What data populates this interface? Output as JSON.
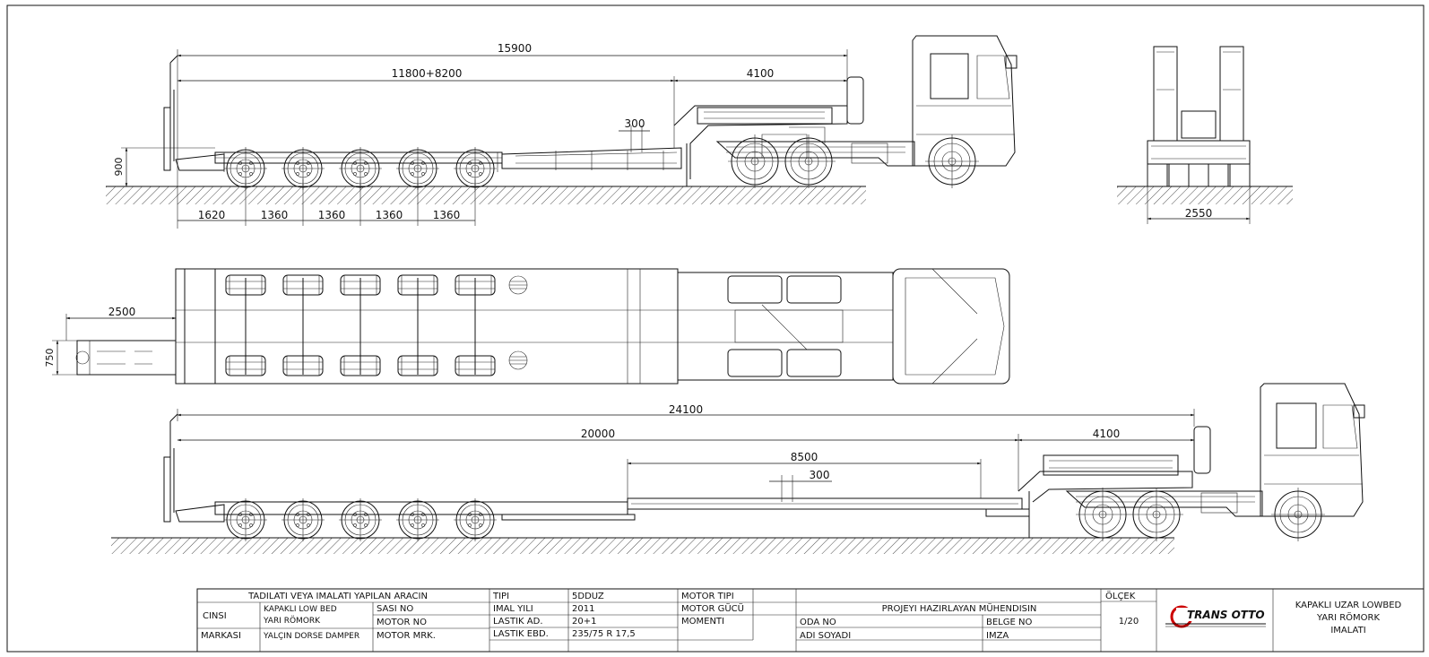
{
  "drawing": {
    "side_view_loaded": {
      "dims": {
        "overall": "15900",
        "deck": "11800+8200",
        "gooseneck": "4100",
        "ramp_gap": "300",
        "height": "900",
        "axle_first": "1620",
        "axle_spacings": [
          "1360",
          "1360",
          "1360",
          "1360"
        ]
      }
    },
    "rear_view": {
      "dims": {
        "width": "2550"
      }
    },
    "top_view": {
      "dims": {
        "ramp_length": "2500",
        "ramp_width": "750"
      }
    },
    "side_view_extended": {
      "dims": {
        "overall": "24100",
        "deck": "20000",
        "gooseneck": "4100",
        "extension": "8500",
        "ramp_gap": "300"
      }
    }
  },
  "title_block": {
    "header": "TADILATI VEYA IMALATI YAPILAN ARACIN",
    "cinsi_label": "CINSI",
    "cinsi_value_1": "KAPAKLI LOW BED",
    "cinsi_value_2": "YARI RÖMORK",
    "markasi_label": "MARKASI",
    "markasi_value": "YALÇIN DORSE DAMPER",
    "sasi_no_label": "SASI NO",
    "motor_no_label": "MOTOR NO",
    "motor_mrk_label": "MOTOR MRK.",
    "tipi_label": "TIPI",
    "tipi_value": "5DDUZ",
    "imal_yili_label": "IMAL YILI",
    "imal_yili_value": "2011",
    "lastik_ad_label": "LASTIK AD.",
    "lastik_ad_value": "20+1",
    "lastik_ebd_label": "LASTIK EBD.",
    "lastik_ebd_value": "235/75 R 17,5",
    "motor_tipi_label": "MOTOR TIPI",
    "motor_gucu_label": "MOTOR GÜCÜ",
    "momenti_label": "MOMENTI",
    "engineer_header": "PROJEYI HAZIRLAYAN MÜHENDISIN",
    "oda_no_label": "ODA NO",
    "belge_no_label": "BELGE NO",
    "adi_soyadi_label": "ADI SOYADI",
    "imza_label": "IMZA",
    "olcek_label": "ÖLÇEK",
    "olcek_value": "1/20",
    "logo_text": "TRANS OTTO",
    "title_1": "KAPAKLI UZAR LOWBED",
    "title_2": "YARI RÖMORK",
    "title_3": "IMALATI"
  }
}
